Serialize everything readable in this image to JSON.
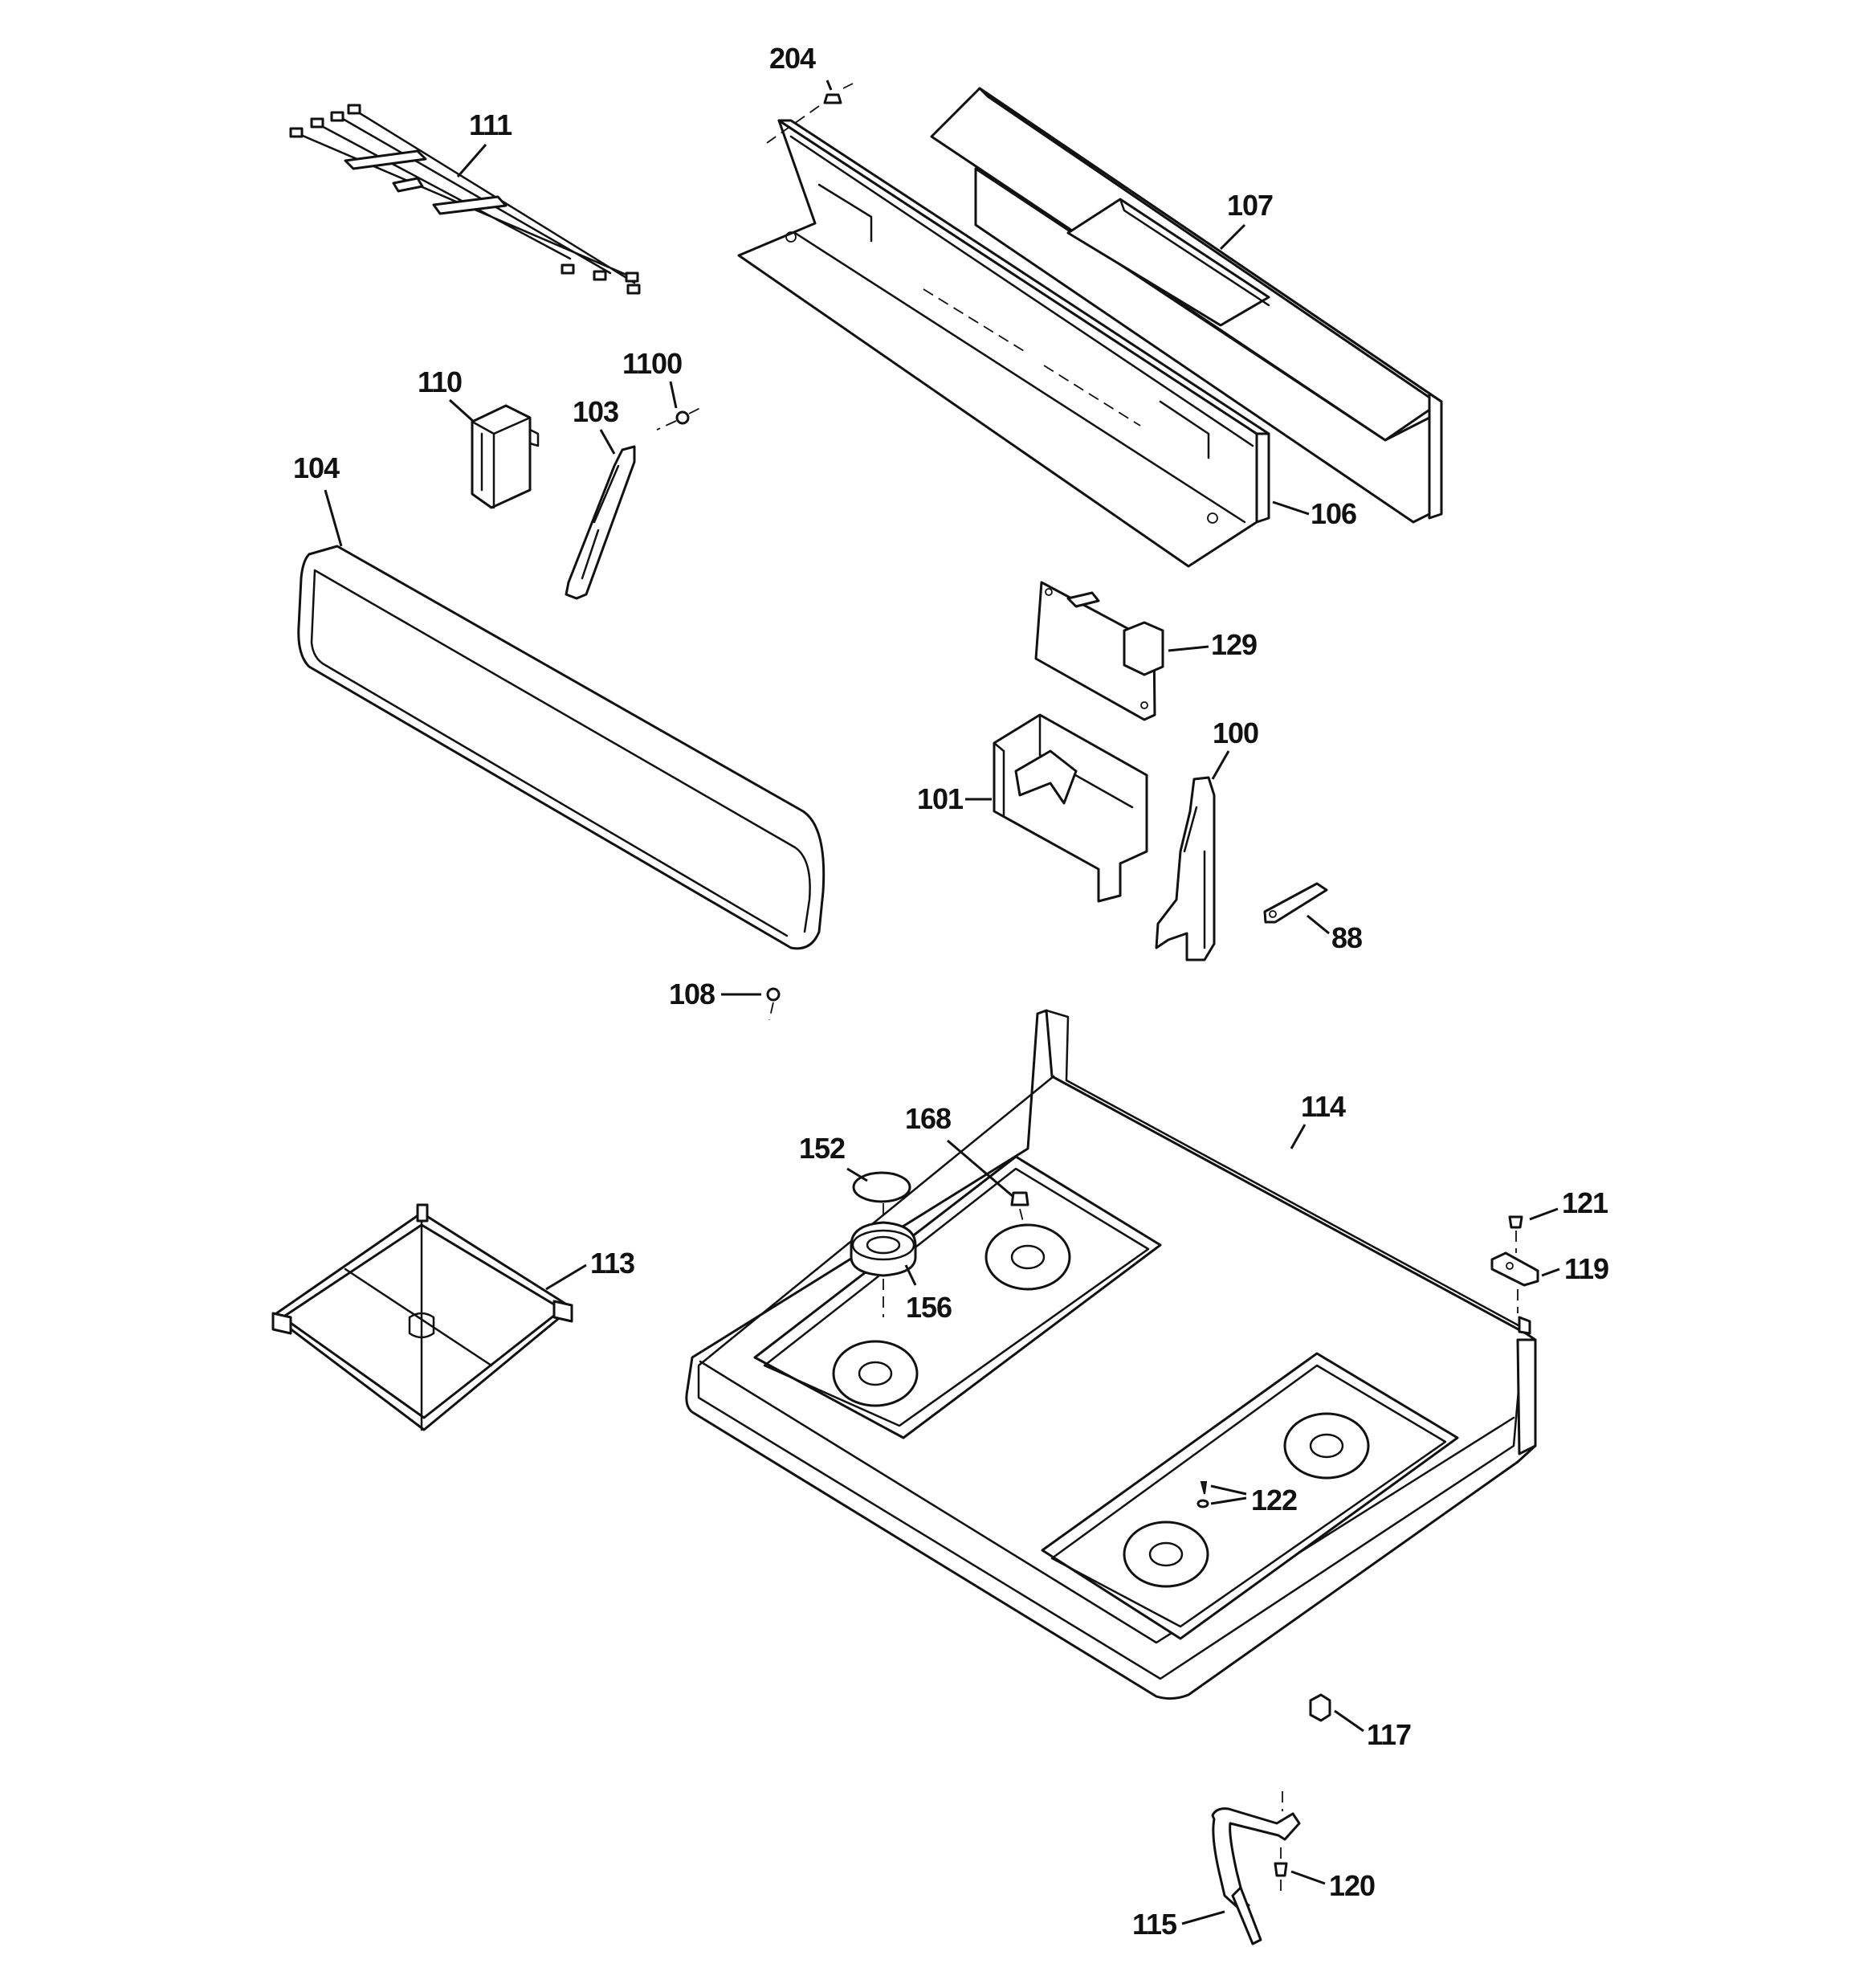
{
  "callouts": [
    {
      "id": "204",
      "label": "204"
    },
    {
      "id": "111",
      "label": "111"
    },
    {
      "id": "107",
      "label": "107"
    },
    {
      "id": "1100",
      "label": "1100"
    },
    {
      "id": "110",
      "label": "110"
    },
    {
      "id": "103",
      "label": "103"
    },
    {
      "id": "104",
      "label": "104"
    },
    {
      "id": "106",
      "label": "106"
    },
    {
      "id": "129",
      "label": "129"
    },
    {
      "id": "100",
      "label": "100"
    },
    {
      "id": "101",
      "label": "101"
    },
    {
      "id": "88",
      "label": "88"
    },
    {
      "id": "108",
      "label": "108"
    },
    {
      "id": "114",
      "label": "114"
    },
    {
      "id": "168",
      "label": "168"
    },
    {
      "id": "152",
      "label": "152"
    },
    {
      "id": "121",
      "label": "121"
    },
    {
      "id": "113",
      "label": "113"
    },
    {
      "id": "119",
      "label": "119"
    },
    {
      "id": "156",
      "label": "156"
    },
    {
      "id": "122",
      "label": "122"
    },
    {
      "id": "117",
      "label": "117"
    },
    {
      "id": "120",
      "label": "120"
    },
    {
      "id": "115",
      "label": "115"
    }
  ]
}
